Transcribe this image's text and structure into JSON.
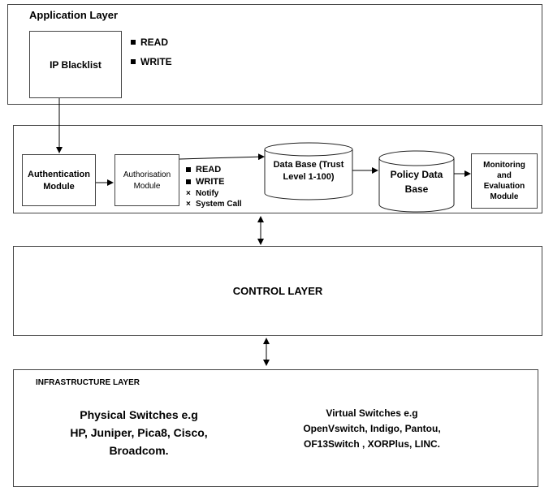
{
  "application_layer": {
    "title": "Application Layer",
    "ip_blacklist": "IP Blacklist",
    "permissions": [
      "READ",
      "WRITE"
    ]
  },
  "security_layer": {
    "authentication": [
      "Authentication",
      "Module"
    ],
    "authorisation": [
      "Authorisation",
      "Module"
    ],
    "auth_permissions": [
      {
        "marker": "square",
        "label": "READ"
      },
      {
        "marker": "square",
        "label": "WRITE"
      },
      {
        "marker": "x",
        "label": "Notify"
      },
      {
        "marker": "x",
        "label": "System Call"
      }
    ],
    "database": [
      "Data Base (Trust",
      "Level 1-100)"
    ],
    "policy_database": [
      "Policy Data",
      "Base"
    ],
    "monitoring": [
      "Monitoring",
      "and",
      "Evaluation",
      "Module"
    ]
  },
  "control_layer": {
    "title": "CONTROL LAYER"
  },
  "infrastructure_layer": {
    "title": "INFRASTRUCTURE LAYER",
    "physical": [
      "Physical Switches e.g",
      "HP, Juniper, Pica8, Cisco,",
      "Broadcom."
    ],
    "virtual": [
      "Virtual Switches e.g",
      "OpenVswitch, Indigo, Pantou,",
      "OF13Switch , XORPlus, LINC."
    ]
  }
}
